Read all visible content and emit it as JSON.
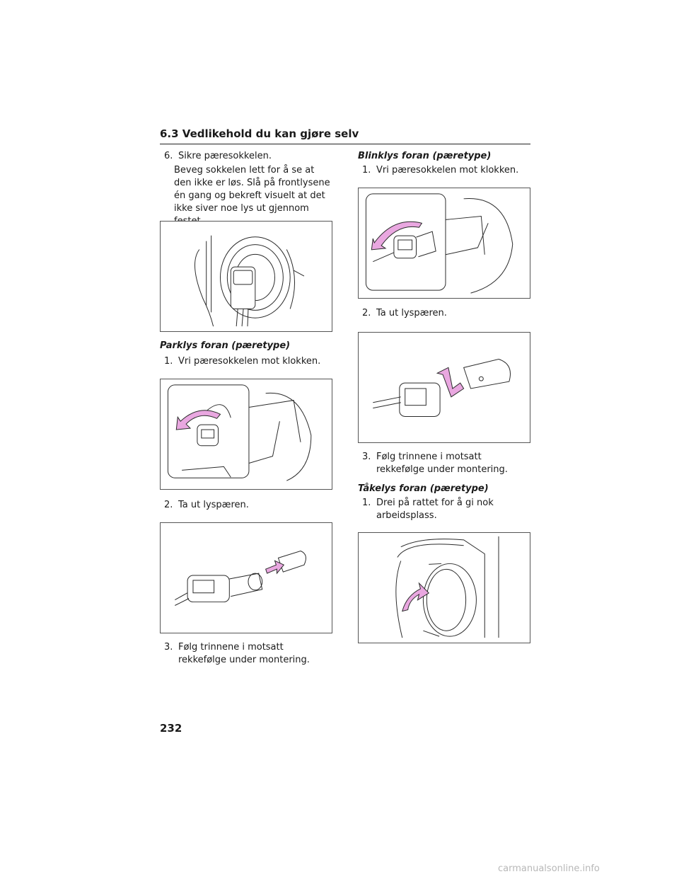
{
  "header": {
    "section_title": "6.3  Vedlikehold du kan gjøre selv"
  },
  "left": {
    "step6_num": "6.",
    "step6_title": "Sikre pæresokkelen.",
    "step6_body": "Beveg sokkelen lett for å se at den ikke er løs. Slå på frontlysene én gang og bekreft visuelt at det ikke siver noe lys ut gjennom festet.",
    "parking_heading": "Parklys foran (pæretype)",
    "parking_step1_num": "1.",
    "parking_step1": "Vri pæresokkelen mot klokken.",
    "parking_step2_num": "2.",
    "parking_step2": "Ta ut lyspæren.",
    "parking_step3_num": "3.",
    "parking_step3": "Følg trinnene i motsatt rekkefølge under montering."
  },
  "right": {
    "turn_heading": "Blinklys foran (pæretype)",
    "turn_step1_num": "1.",
    "turn_step1": "Vri pæresokkelen mot klokken.",
    "turn_step2_num": "2.",
    "turn_step2": "Ta ut lyspæren.",
    "turn_step3_num": "3.",
    "turn_step3": "Følg trinnene i motsatt rekkefølge under montering.",
    "fog_heading": "Tåkelys foran (pæretype)",
    "fog_step1_num": "1.",
    "fog_step1": "Drei på rattet for å gi nok arbeidsplass."
  },
  "page_number": "232",
  "footer_watermark": "carmanualsonline.info",
  "colors": {
    "arrow_pink": "#e9a7e0",
    "line": "#2a2a2a",
    "page_bg": "#ffffff"
  }
}
